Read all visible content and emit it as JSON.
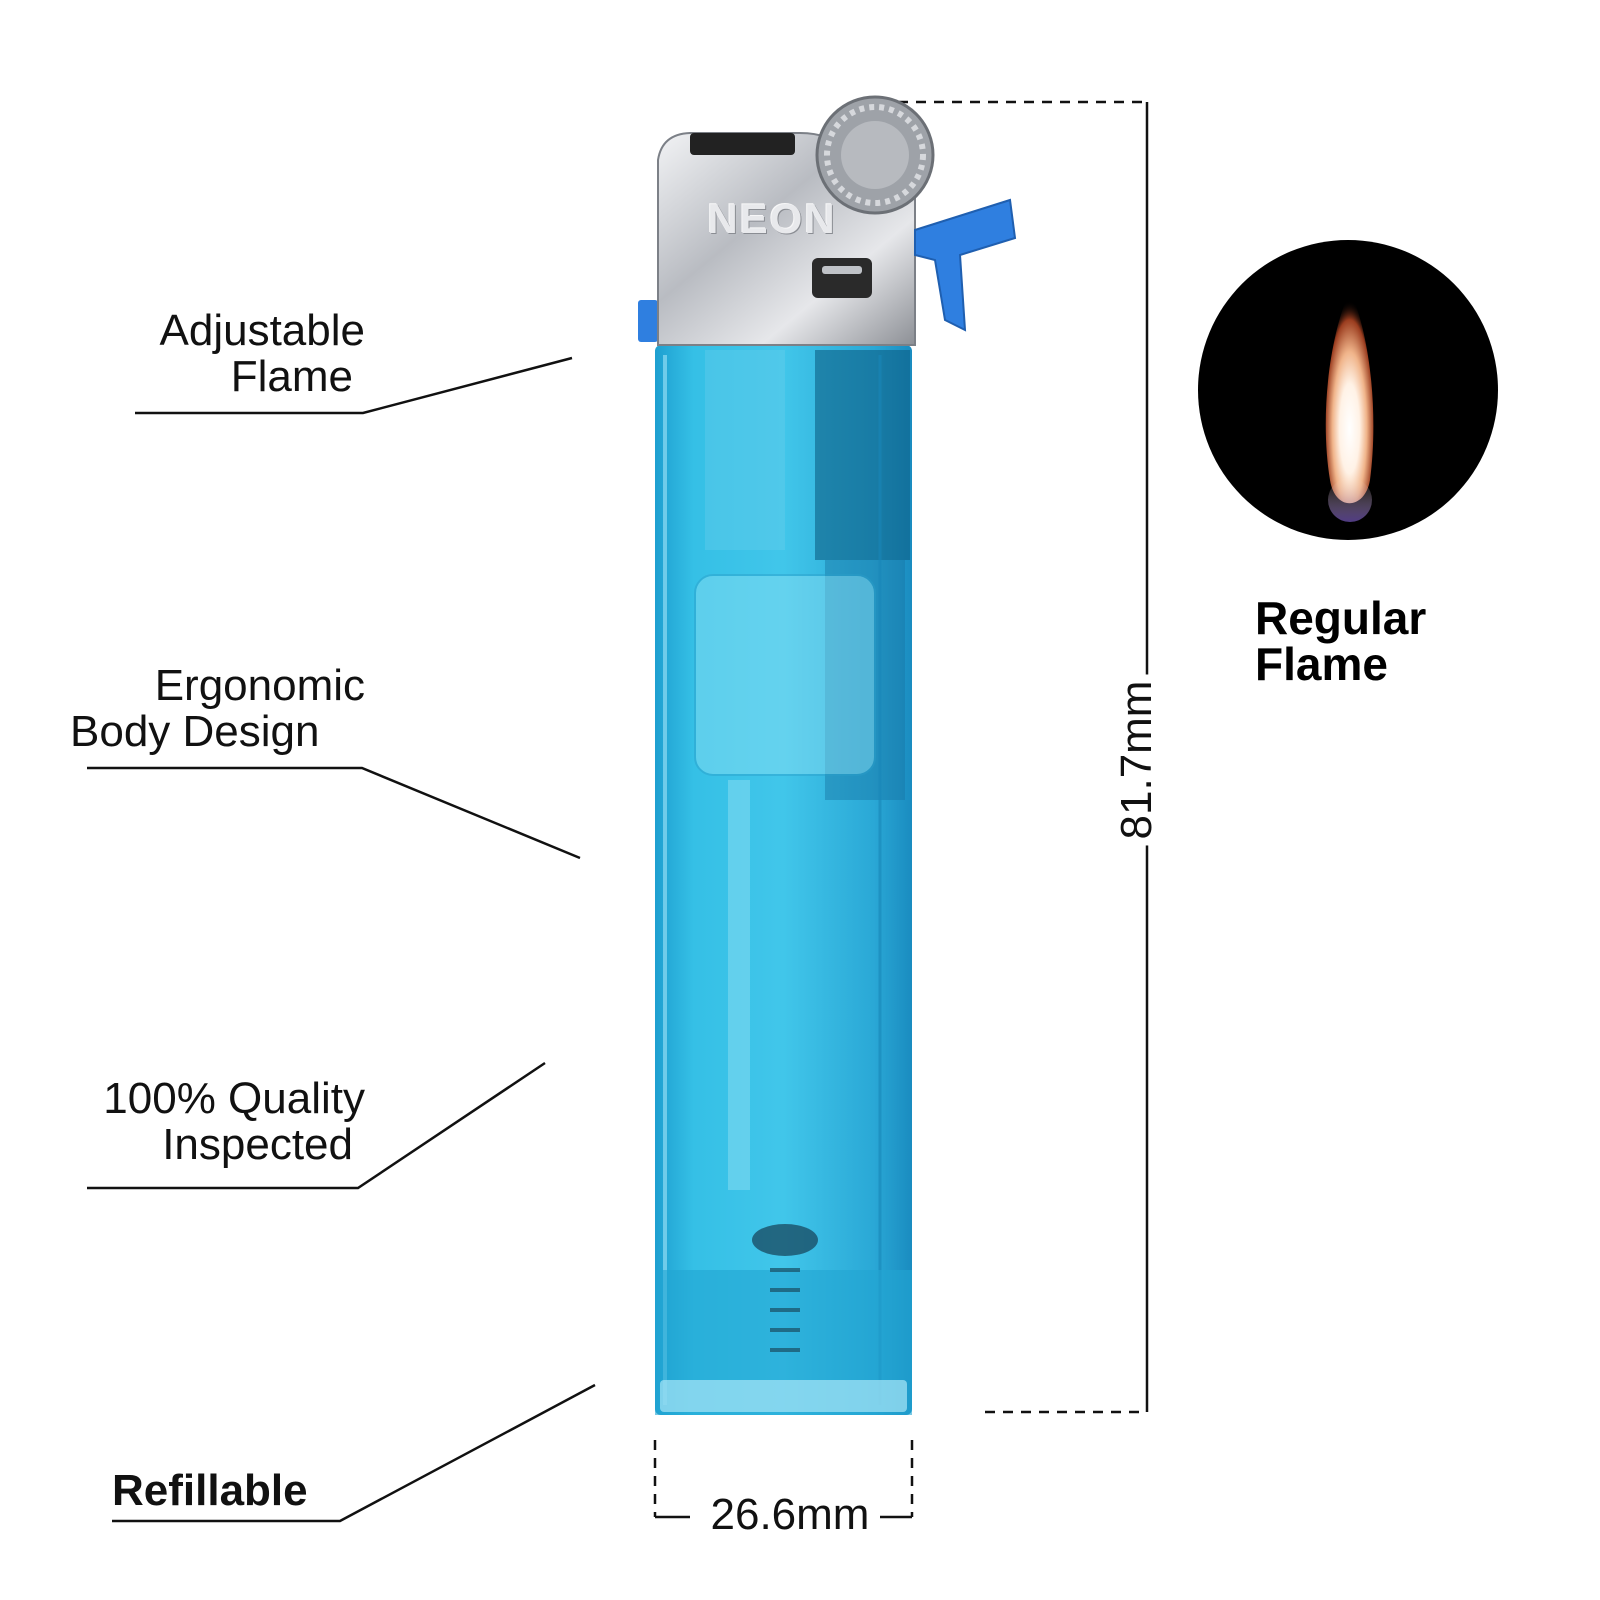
{
  "features": {
    "adjustable": [
      "Adjustable",
      "Flame"
    ],
    "ergonomic": [
      "Ergonomic",
      "Body Design"
    ],
    "quality": [
      "100% Quality",
      "Inspected"
    ],
    "refillable": "Refillable"
  },
  "flame": {
    "title": [
      "Regular",
      "Flame"
    ]
  },
  "dimensions": {
    "height": "81.7mm",
    "width": "26.6mm"
  },
  "product": {
    "brand": "NEON",
    "body_color": "#2ab4dc",
    "lever_color": "#2f7fe0",
    "cap_color": "#c9ccd1"
  }
}
